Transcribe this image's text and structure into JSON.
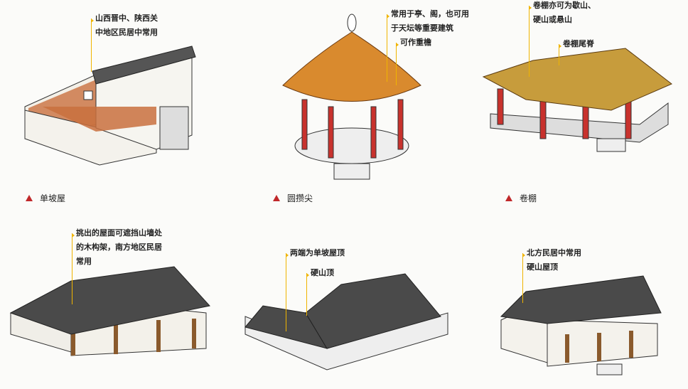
{
  "colors": {
    "accent_leader": "#f0b400",
    "caption_marker": "#c0282a",
    "pillar_red": "#c8322d",
    "thatch": "#d98a2e",
    "tile_gray": "#4a4a4a"
  },
  "top_row": [
    {
      "caption": "单坡屋",
      "notes": [
        "山西晋中、陕西关\n中地区民居中常用"
      ]
    },
    {
      "caption": "圆攒尖",
      "notes": [
        "常用于亭、阁，也可用\n于天坛等重要建筑",
        "可作重檐"
      ]
    },
    {
      "caption": "卷棚",
      "notes": [
        "卷棚亦可为歇山、\n硬山或悬山",
        "卷棚尾脊"
      ]
    }
  ],
  "bottom_row": [
    {
      "notes": [
        "挑出的屋面可遮挡山墙处\n的木构架，南方地区民居\n常用"
      ]
    },
    {
      "notes": [
        "两端为单坡屋顶",
        "硬山顶"
      ]
    },
    {
      "notes": [
        "北方民居中常用\n硬山屋顶"
      ]
    }
  ]
}
